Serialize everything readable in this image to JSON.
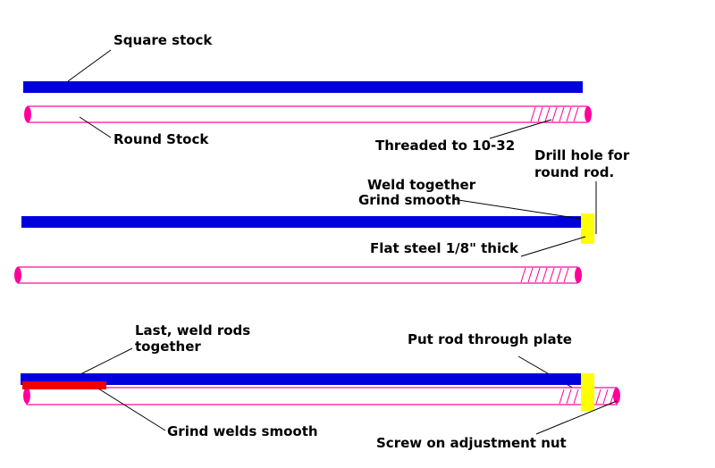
{
  "labels": {
    "square_stock": "Square stock",
    "round_stock": "Round Stock",
    "threaded": "Threaded to 10-32",
    "drill_hole_1": "Drill hole for",
    "drill_hole_2": "round rod.",
    "weld_together": "Weld together",
    "grind_smooth": "Grind smooth",
    "flat_steel": "Flat steel 1/8\" thick",
    "last_weld_1": "Last, weld rods",
    "last_weld_2": "together",
    "put_rod": "Put rod through plate",
    "grind_welds": "Grind welds smooth",
    "screw_nut": "Screw on adjustment nut"
  },
  "colors": {
    "square_stock": "#0000dd",
    "round_outline": "#ff0099",
    "plate": "#ffff00",
    "weld": "#ee0000",
    "leader": "#000000"
  }
}
